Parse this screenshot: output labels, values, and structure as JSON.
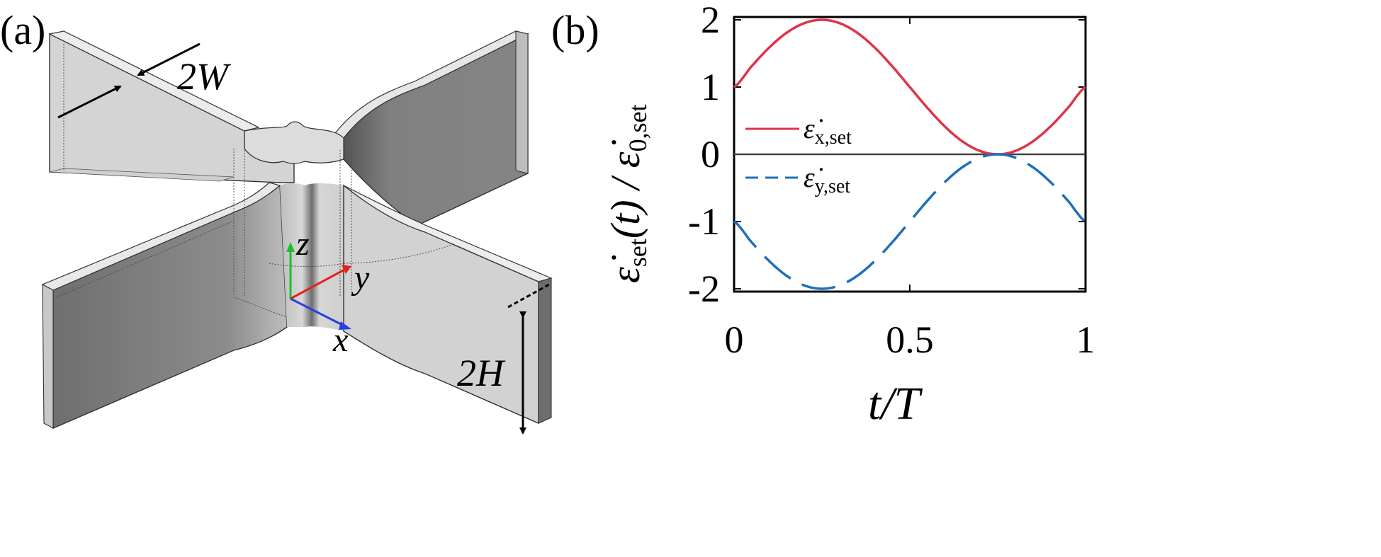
{
  "panel_a": {
    "label": "(a)",
    "dim_w": "2W",
    "dim_h": "2H",
    "axis_x": "x",
    "axis_y": "y",
    "axis_z": "z",
    "colors": {
      "x_axis": "#2b3fe0",
      "y_axis": "#e0251d",
      "z_axis": "#1fbf2a"
    }
  },
  "panel_b": {
    "label": "(b)",
    "ylabel_main": "ε̇",
    "ylabel_sub": "set",
    "ylabel_mid": "(t) / ",
    "ylabel_den": "ε̇",
    "ylabel_den_sub": "0,set",
    "xlabel": "t/T",
    "legend": [
      {
        "name_main": "ε̇",
        "name_sub": "x,set"
      },
      {
        "name_main": "ε̇",
        "name_sub": "y,set"
      }
    ]
  },
  "chart_data": {
    "type": "line",
    "title": "",
    "xlabel": "t/T",
    "ylabel": "ε̇_set(t) / ε̇_0,set",
    "xlim": [
      0,
      1
    ],
    "ylim": [
      -2.1,
      2.1
    ],
    "xticks": [
      "0",
      "0.5",
      "1"
    ],
    "yticks": [
      "2",
      "1",
      "0",
      "-1",
      "-2"
    ],
    "grid": false,
    "legend_position": "left",
    "series": [
      {
        "name": "ε̇_x,set",
        "color": "#e0334a",
        "dash": "solid",
        "x": [
          0,
          0.05,
          0.1,
          0.15,
          0.2,
          0.25,
          0.3,
          0.35,
          0.4,
          0.45,
          0.5,
          0.55,
          0.6,
          0.65,
          0.7,
          0.75,
          0.8,
          0.85,
          0.9,
          0.95,
          1.0
        ],
        "values": [
          1.0,
          1.309,
          1.588,
          1.809,
          1.951,
          2.0,
          1.951,
          1.809,
          1.588,
          1.309,
          1.0,
          0.691,
          0.412,
          0.191,
          0.049,
          0.0,
          0.049,
          0.191,
          0.412,
          0.691,
          1.0
        ]
      },
      {
        "name": "ε̇_y,set",
        "color": "#1f6fb8",
        "dash": "dashed",
        "x": [
          0,
          0.05,
          0.1,
          0.15,
          0.2,
          0.25,
          0.3,
          0.35,
          0.4,
          0.45,
          0.5,
          0.55,
          0.6,
          0.65,
          0.7,
          0.75,
          0.8,
          0.85,
          0.9,
          0.95,
          1.0
        ],
        "values": [
          -1.0,
          -1.309,
          -1.588,
          -1.809,
          -1.951,
          -2.0,
          -1.951,
          -1.809,
          -1.588,
          -1.309,
          -1.0,
          -0.691,
          -0.412,
          -0.191,
          -0.049,
          0.0,
          -0.049,
          -0.191,
          -0.412,
          -0.691,
          -1.0
        ]
      }
    ],
    "reference_line": {
      "y": 0,
      "color": "#444444"
    }
  }
}
